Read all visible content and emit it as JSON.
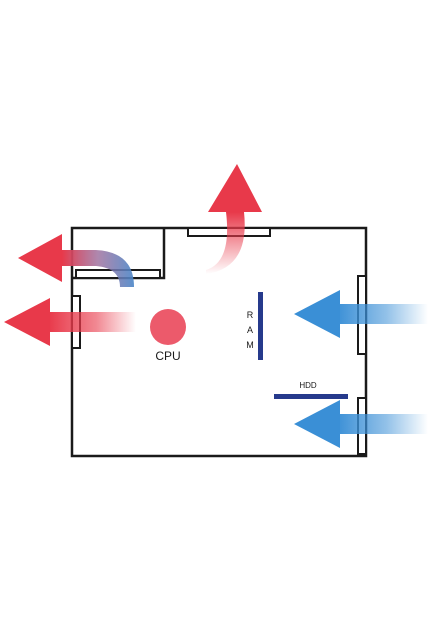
{
  "diagram": {
    "labels": {
      "cpu": "CPU",
      "ram_letters": [
        "R",
        "A",
        "M"
      ],
      "hdd": "HDD"
    },
    "colors": {
      "hot": "#e8394a",
      "cool": "#3a8fd6",
      "case_outline": "#1a1a1a",
      "component": "#263a8c",
      "cpu": "#ec5a6b"
    },
    "airflow": {
      "intake": [
        "right-upper",
        "right-lower"
      ],
      "exhaust": [
        "top",
        "rear-upper-curved",
        "rear-middle"
      ]
    }
  }
}
